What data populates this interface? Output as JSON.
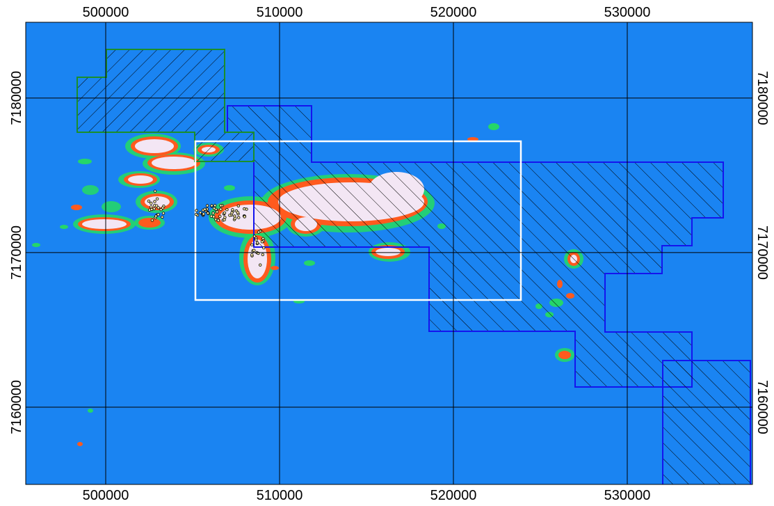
{
  "map": {
    "x_axis": {
      "range": [
        495400,
        537200
      ],
      "ticks": [
        "500000",
        "510000",
        "520000",
        "530000"
      ]
    },
    "y_axis": {
      "range": [
        7155000,
        7184900
      ],
      "ticks": [
        "7160000",
        "7170000",
        "7180000"
      ]
    },
    "colors": {
      "background": "#1a84f2",
      "ice_low": "#18c7e6",
      "ice_mid": "#25d66a",
      "ice_high": "#ff5a1e",
      "ice_core": "#f3e6f4",
      "green_zone": "#1a8f2a",
      "blue_zone": "#1414ee",
      "study_box": "#ffffff",
      "samples": "#000000"
    }
  }
}
